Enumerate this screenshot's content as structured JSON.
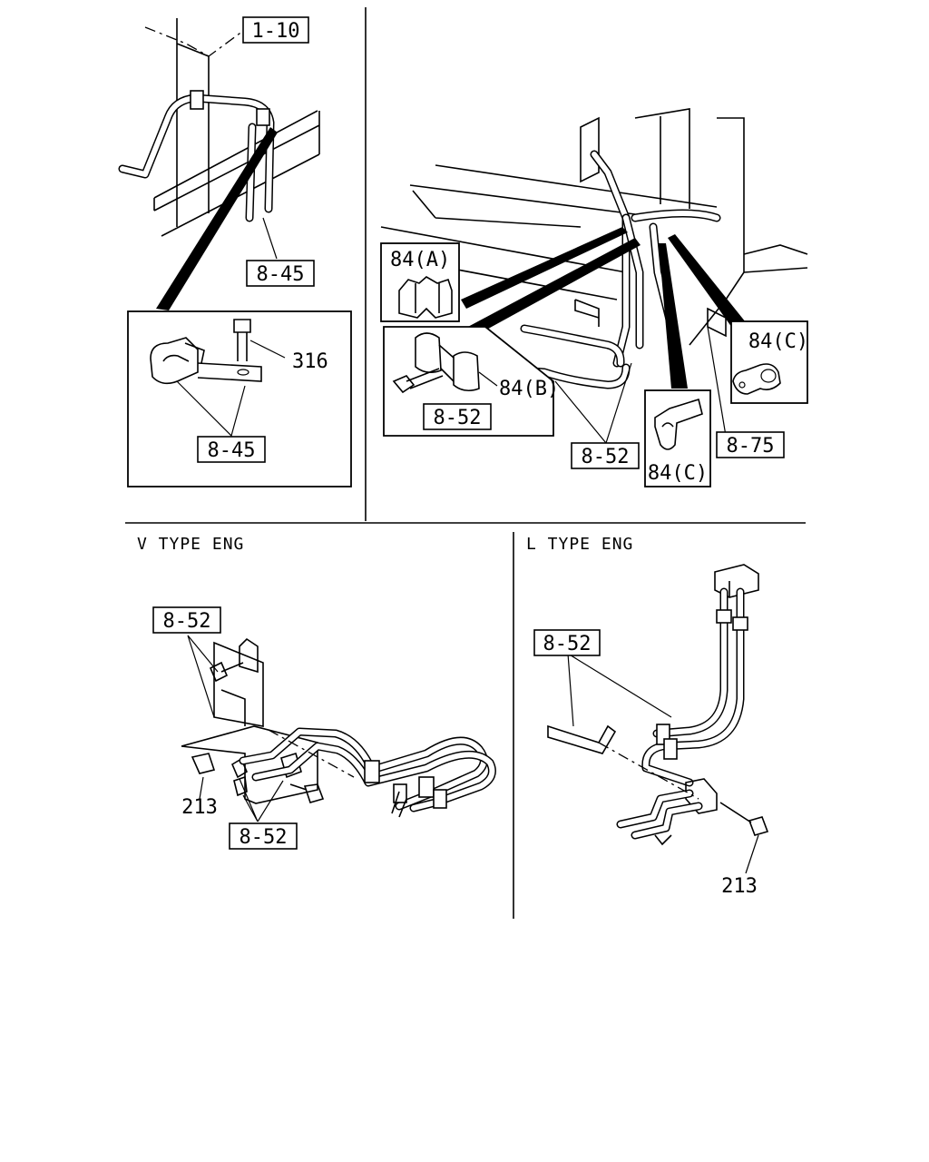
{
  "captions": {
    "v_type": "V TYPE ENG",
    "l_type": "L TYPE ENG"
  },
  "labels": {
    "ref_1_10": "1-10",
    "ref_8_45_top": "8-45",
    "ref_316": "316",
    "ref_8_45_box": "8-45",
    "ref_84a": "84(A)",
    "ref_84b": "84(B)",
    "ref_8_52_box": "8-52",
    "ref_8_52_main": "8-52",
    "ref_84c_lower": "84(C)",
    "ref_84c_right": "84(C)",
    "ref_8_75": "8-75",
    "ref_8_52_v_top": "8-52",
    "ref_213_v": "213",
    "ref_8_52_v_bottom": "8-52",
    "ref_8_52_l": "8-52",
    "ref_213_l": "213"
  }
}
